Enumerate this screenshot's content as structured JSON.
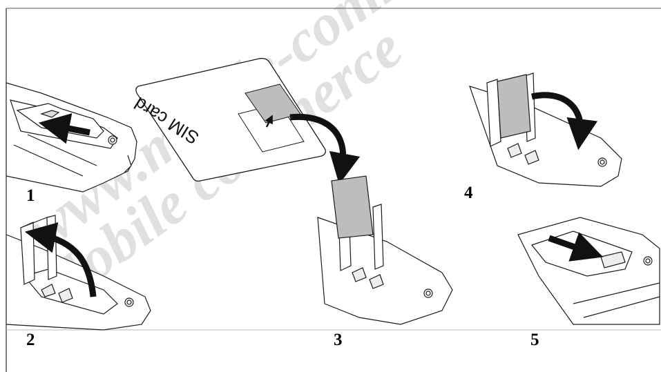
{
  "steps": {
    "s1": "1",
    "s2": "2",
    "s3": "3",
    "s4": "4",
    "s5": "5"
  },
  "sim_card": {
    "label": "SIM card"
  },
  "watermark": {
    "line1": "www.mobile-commerce.ru",
    "line2": "Mobile commerce"
  },
  "colors": {
    "line": "#1a1a1a",
    "fill": "#ffffff",
    "sim_chip": "#bdbdbd",
    "arrow": "#111111",
    "watermark": "#d6d6d6"
  }
}
